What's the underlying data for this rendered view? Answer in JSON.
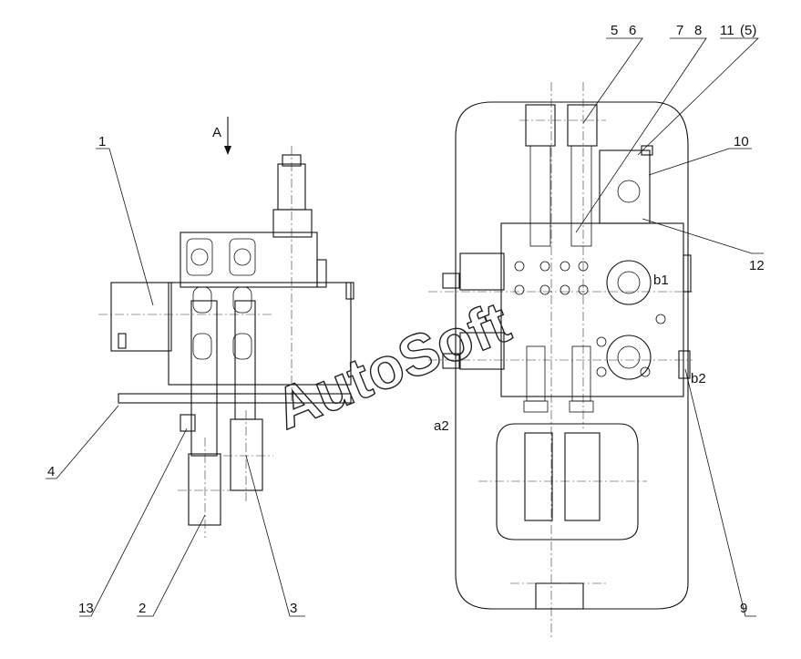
{
  "labels": {
    "l1": "1",
    "l2": "2",
    "l3": "3",
    "l4": "4",
    "l5": "5",
    "l6": "6",
    "l7": "7",
    "l8": "8",
    "l9": "9",
    "l10": "10",
    "l11": "11",
    "l5b": "(5)",
    "l12": "12",
    "l13": "13",
    "viewA": "A",
    "portA2": "a2",
    "portB1": "b1",
    "portB2": "b2"
  },
  "watermark": "AutoSoft"
}
